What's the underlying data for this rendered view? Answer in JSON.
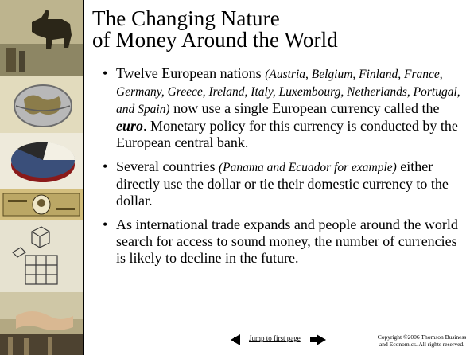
{
  "slide": {
    "title_line1": "The Changing Nature",
    "title_line2": "of Money Around the World",
    "bullets": [
      {
        "pre": "Twelve European nations ",
        "italic": "(Austria, Belgium, Finland, France, Germany, Greece, Ireland, Italy, Luxembourg, Netherlands, Portugal, and Spain)",
        "mid": " now use a single European currency called the ",
        "bold_italic": "euro",
        "post": ".  Monetary policy for this currency is conducted by the European central bank."
      },
      {
        "pre": "Several countries ",
        "italic": "(Panama and Ecuador for example)",
        "post": " either directly use the dollar or tie their domestic currency to the dollar."
      },
      {
        "text": "As international trade expands and people around the world search for access to sound money, the number of currencies is likely to decline in the future."
      }
    ],
    "bullet_char": "•"
  },
  "footer": {
    "jump_label": "Jump to first page",
    "copyright": "Copyright ©2006  Thomson Business and Economics. All rights reserved."
  },
  "icons": {
    "prev": "left-arrow-icon",
    "next": "right-arrow-icon",
    "strip": [
      "bull-image",
      "globe-image",
      "pie-chart-image",
      "banknote-image",
      "building-grid-image",
      "handshake-image"
    ]
  }
}
